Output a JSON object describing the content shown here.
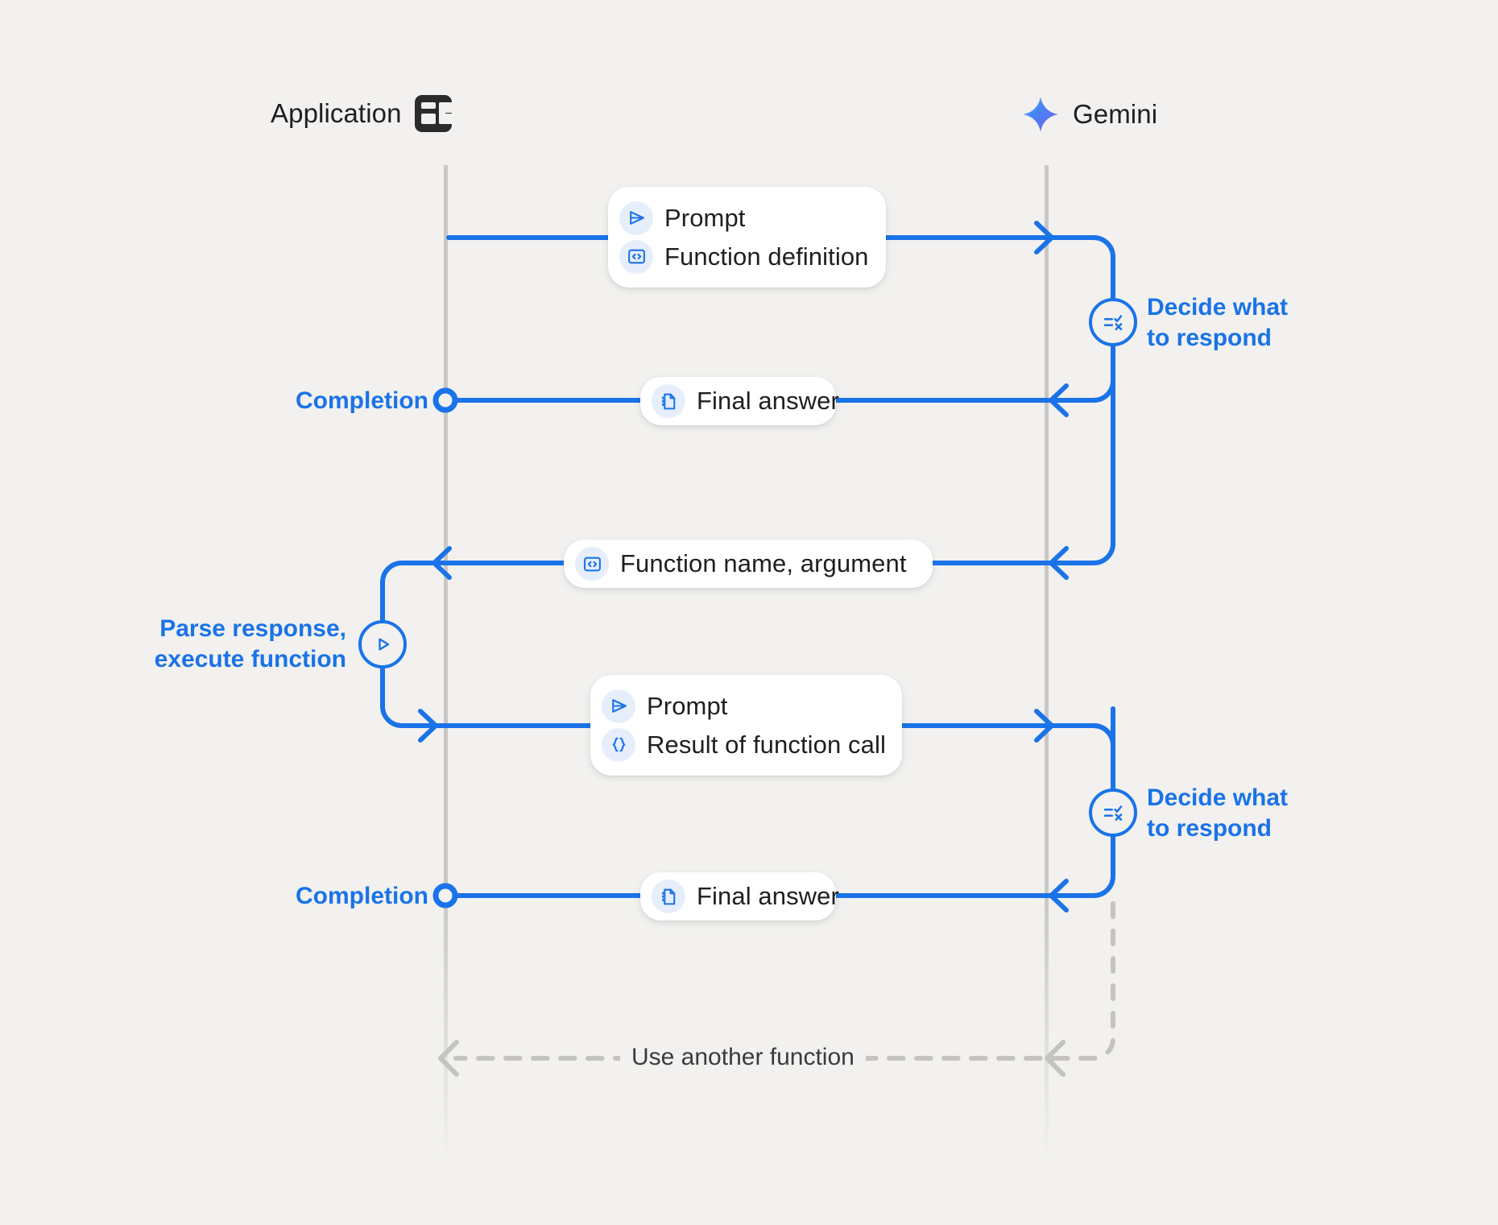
{
  "diagram": {
    "title": "Gemini function calling sequence",
    "background_color": "#f2f1ef",
    "accent_color": "#1a73e8",
    "lifeline_color": "#c8c7c5",
    "text_color": "#1f1f1f"
  },
  "lanes": [
    {
      "id": "application",
      "label": "Application",
      "icon": "application-layout-icon"
    },
    {
      "id": "gemini",
      "label": "Gemini",
      "icon": "gemini-sparkle-icon"
    }
  ],
  "messages": [
    {
      "id": "prompt-function-definition",
      "direction": "app-to-gemini",
      "rows": [
        {
          "icon": "send-prompt-icon",
          "label": "Prompt"
        },
        {
          "icon": "code-brackets-icon",
          "label": "Function definition"
        }
      ]
    },
    {
      "id": "final-answer-1",
      "direction": "gemini-to-app",
      "rows": [
        {
          "icon": "document-icon",
          "label": "Final answer"
        }
      ]
    },
    {
      "id": "function-name-argument",
      "direction": "gemini-to-app",
      "rows": [
        {
          "icon": "code-brackets-icon",
          "label": "Function name,  argument"
        }
      ]
    },
    {
      "id": "prompt-result-of-function-call",
      "direction": "app-to-gemini",
      "rows": [
        {
          "icon": "send-prompt-icon",
          "label": "Prompt"
        },
        {
          "icon": "curly-braces-icon",
          "label": "Result of function call"
        }
      ]
    },
    {
      "id": "final-answer-2",
      "direction": "gemini-to-app",
      "rows": [
        {
          "icon": "document-icon",
          "label": "Final answer"
        }
      ]
    }
  ],
  "annotations": {
    "decide_1": "Decide what\nto respond",
    "decide_1_line1": "Decide what",
    "decide_1_line2": "to respond",
    "decide_2_line1": "Decide what",
    "decide_2_line2": "to respond",
    "completion_1": "Completion",
    "completion_2": "Completion",
    "parse_line1": "Parse response,",
    "parse_line2": "execute function",
    "loop_label": "Use another function"
  },
  "node_icons": {
    "decide": "decide-checklist-icon",
    "execute": "play-triangle-icon",
    "completion_marker": "completion-circle-marker"
  }
}
